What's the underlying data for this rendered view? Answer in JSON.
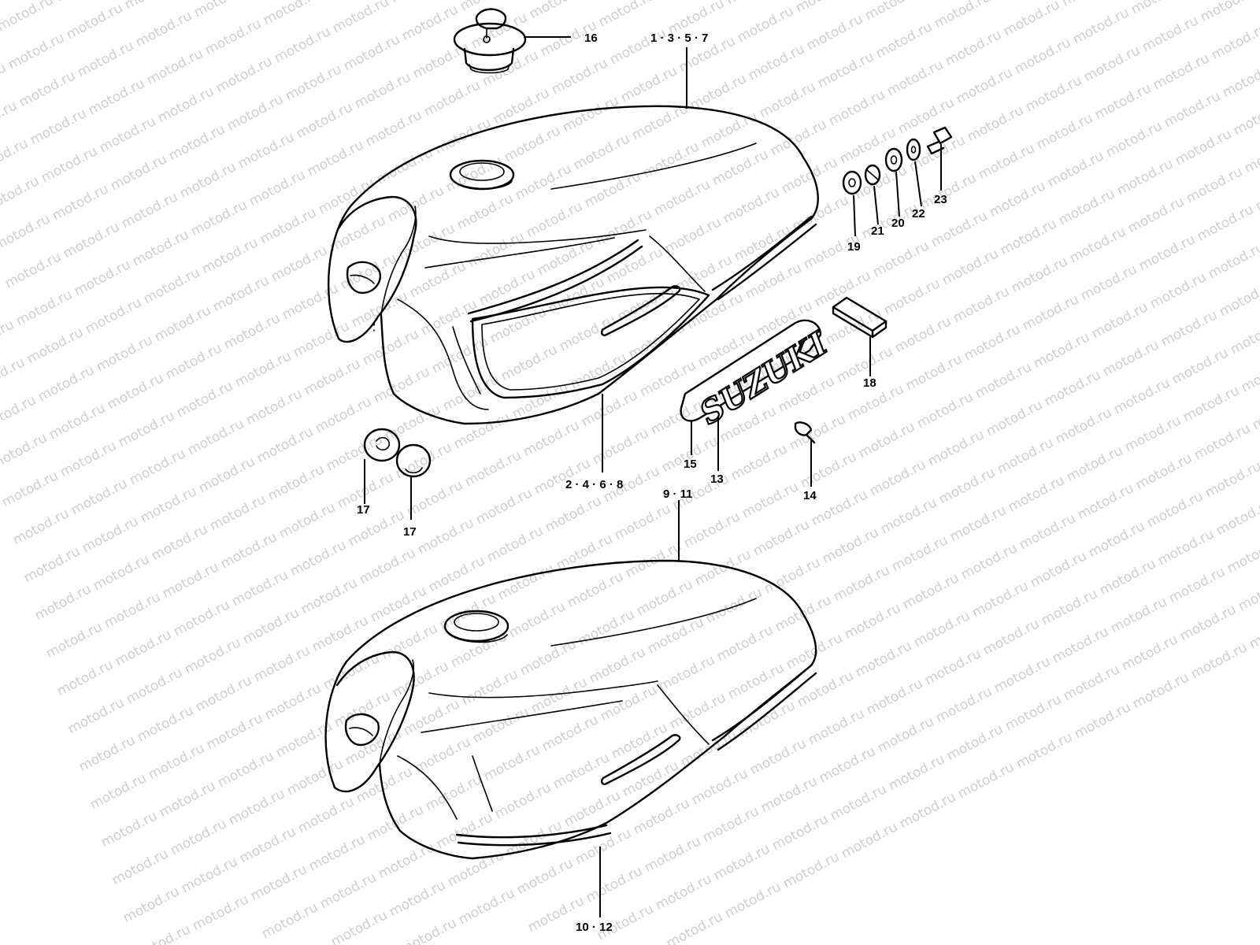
{
  "watermark": "motod.ru",
  "logo_text": "SUZUKI",
  "callouts": {
    "c1": "16",
    "c2": "1 · 3 · 5 · 7",
    "c3": "23",
    "c4": "22",
    "c5": "20",
    "c6": "21",
    "c7": "19",
    "c8": "18",
    "c9": "15",
    "c10": "13",
    "c11": "14",
    "c12": "2 · 4 · 6 · 8",
    "c13": "9 · 11",
    "c14": "17",
    "c15": "17",
    "c16": "10 · 12"
  },
  "colors": {
    "line": "#000000",
    "watermark": "#cfcfcf",
    "background": "#ffffff"
  }
}
